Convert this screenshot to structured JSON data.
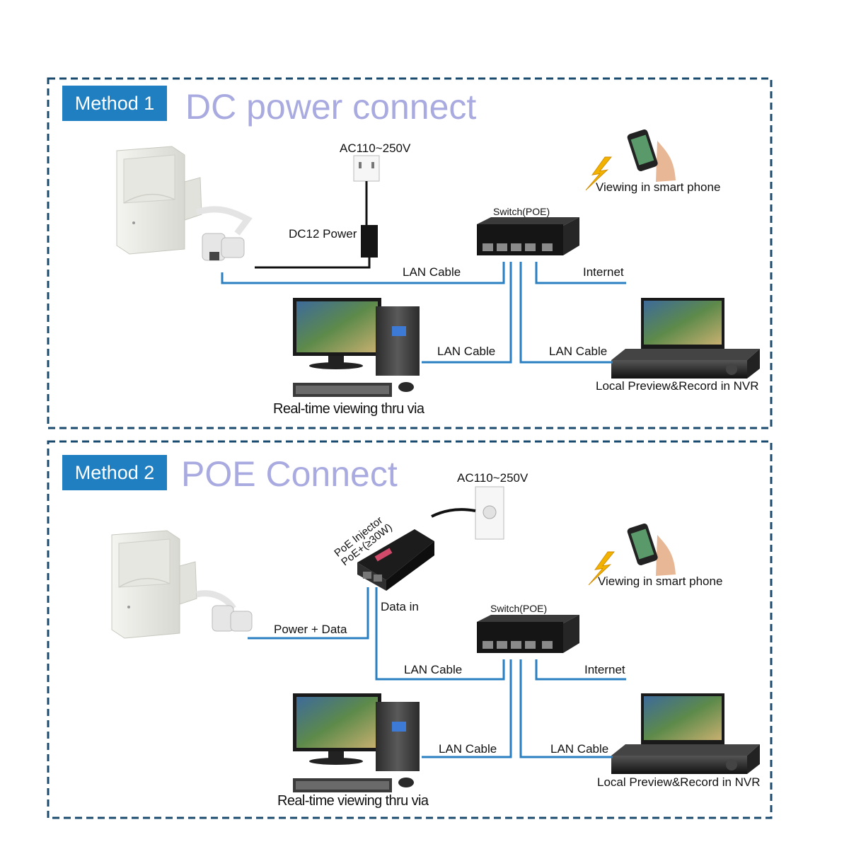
{
  "method1": {
    "badge": "Method 1",
    "heading": "DC power connect",
    "ac_label": "AC110~250V",
    "dc_label": "DC12 Power",
    "switch_label": "Switch(POE)",
    "phone_label": "Viewing in smart phone",
    "lan_cable_top": "LAN Cable",
    "internet_label": "Internet",
    "lan_cable_pc": "LAN Cable",
    "lan_cable_nvr": "LAN Cable",
    "nvr_label": "Local Preview&Record in NVR",
    "pc_label": "Real-time viewing thru via"
  },
  "method2": {
    "badge": "Method 2",
    "heading": "POE Connect",
    "ac_label": "AC110~250V",
    "injector_line1": "PoE Injector",
    "injector_line2": "PoE+(≥30W)",
    "data_in_label": "Data in",
    "power_data_label": "Power + Data",
    "switch_label": "Switch(POE)",
    "phone_label": "Viewing in smart phone",
    "lan_cable_top": "LAN Cable",
    "internet_label": "Internet",
    "lan_cable_pc": "LAN Cable",
    "lan_cable_nvr": "LAN Cable",
    "nvr_label": "Local Preview&Record in NVR",
    "pc_label": "Real-time viewing thru via"
  },
  "colors": {
    "badge": "#1f7fc0",
    "heading": "#a9abe0",
    "cable": "#2a7fc0",
    "border": "#1a4a6e"
  }
}
